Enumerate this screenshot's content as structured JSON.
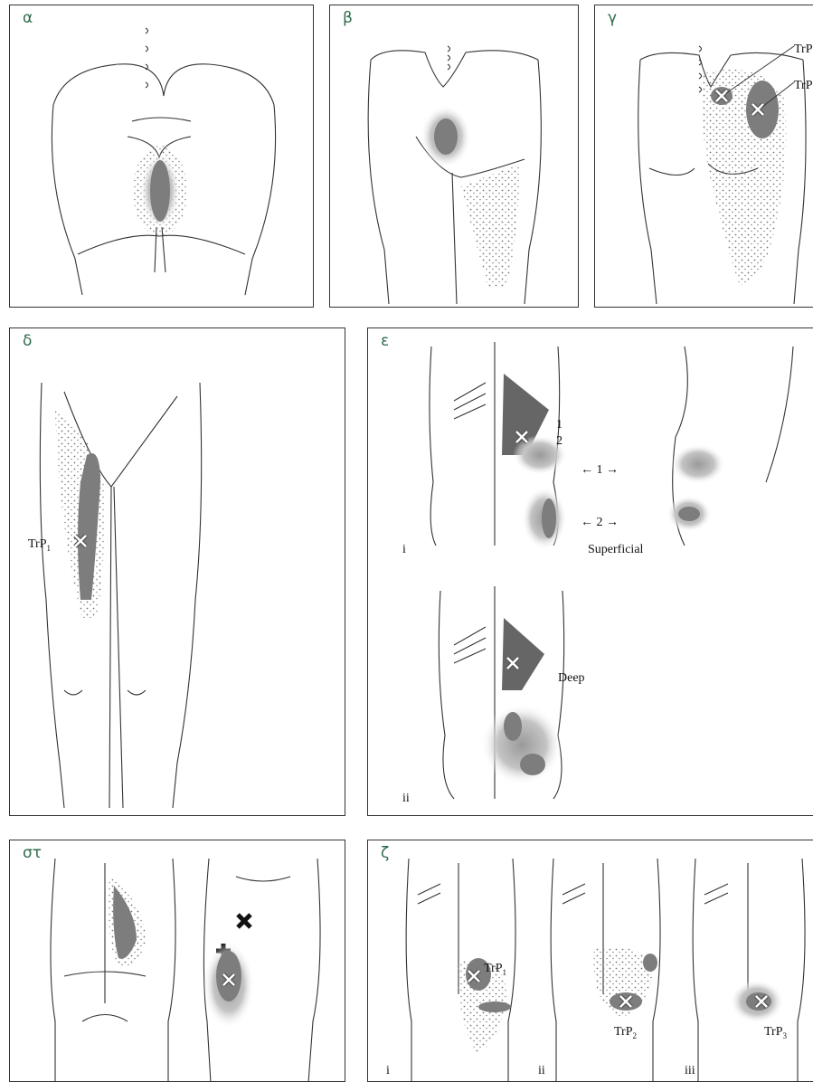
{
  "panels": {
    "a": {
      "label": "α"
    },
    "b": {
      "label": "β"
    },
    "c": {
      "label": "γ",
      "trp_upper": "TrP",
      "trp_lower": "TrP"
    },
    "d": {
      "label": "δ",
      "trp": "TrP",
      "trp_sub": "1"
    },
    "e": {
      "label": "ε",
      "marker_1": "1",
      "marker_2": "2",
      "arrow_1": "← 1 →",
      "arrow_2": "← 2 →",
      "superficial": "Superficial",
      "deep": "Deep",
      "roman_i": "i",
      "roman_ii": "ii"
    },
    "f": {
      "label": "στ"
    },
    "g": {
      "label": "ζ",
      "trp1": "TrP",
      "trp1_sub": "1",
      "trp2": "TrP",
      "trp2_sub": "2",
      "trp3": "TrP",
      "trp3_sub": "3",
      "roman_i": "i",
      "roman_ii": "ii",
      "roman_iii": "iii"
    }
  },
  "colors": {
    "zone": "#7d7d7d",
    "label": "#2f6b4a",
    "line": "#333333"
  }
}
